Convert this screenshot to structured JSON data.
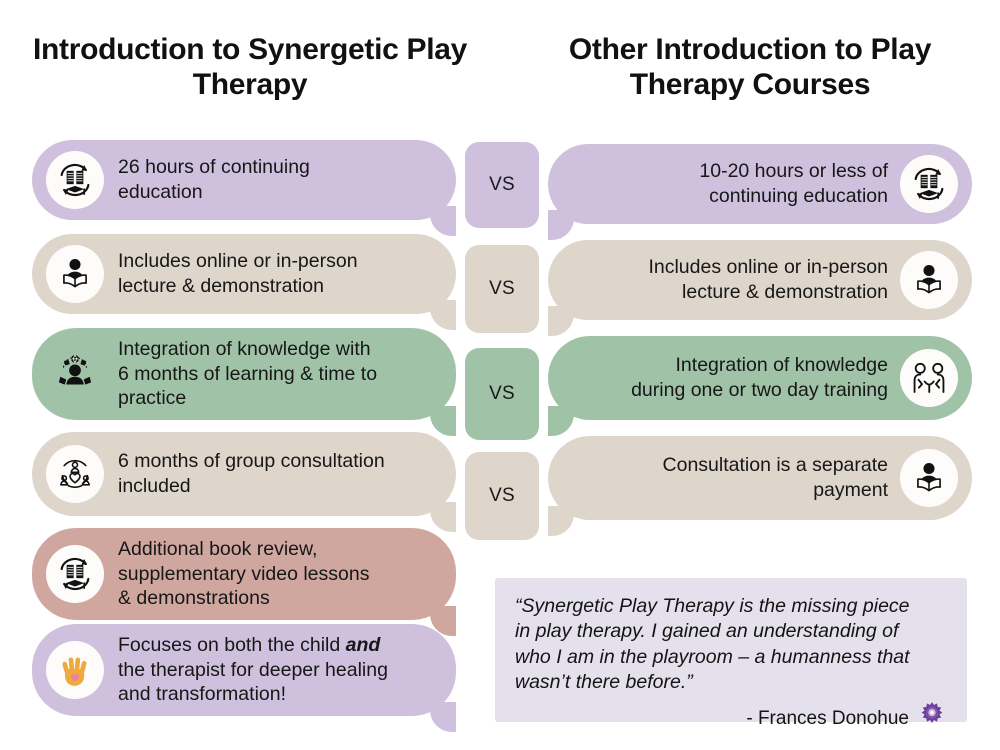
{
  "columns": {
    "left_title": "Introduction to\nSynergetic Play Therapy",
    "right_title": "Other Introduction to\nPlay Therapy Courses"
  },
  "colors": {
    "purple": "#cfc0dd",
    "beige": "#ded5cb",
    "green": "#a0c3a8",
    "rose": "#cfa79f",
    "quote_bg": "#e4e0ec",
    "logo_purple": "#6b3f9e",
    "hand_orange": "#f0a93c",
    "heart_pink": "#e8859a"
  },
  "vs_label": "VS",
  "vs_boxes": [
    {
      "label": "VS",
      "color": "#cfc0dd"
    },
    {
      "label": "VS",
      "color": "#ded5cb"
    },
    {
      "label": "VS",
      "color": "#a0c3a8"
    },
    {
      "label": "VS",
      "color": "#ded5cb"
    }
  ],
  "left_rows": [
    {
      "text": "26 hours of continuing\neducation",
      "color": "#cfc0dd",
      "icon": "book-refresh-graduation-icon",
      "badge": true
    },
    {
      "text": "Includes online or in-person\nlecture & demonstration",
      "color": "#ded5cb",
      "icon": "person-reading-book-icon",
      "badge": true
    },
    {
      "text": "Integration of knowledge with\n6 months of learning & time to\npractice",
      "color": "#a0c3a8",
      "icon": "person-knowledge-integration-icon",
      "badge": false
    },
    {
      "text": "6 months of group consultation\nincluded",
      "color": "#ded5cb",
      "icon": "group-heart-consultation-icon",
      "badge": true
    },
    {
      "text": "Additional book review,\nsupplementary video lessons\n& demonstrations",
      "color": "#cfa79f",
      "icon": "book-refresh-graduation-icon",
      "badge": true
    },
    {
      "text_html": "Focuses on both the child <b>and</b>\nthe therapist for deeper healing\nand transformation!",
      "text": "Focuses on both the child and\nthe therapist for deeper healing\nand transformation!",
      "color": "#cfc0dd",
      "icon": "hand-heart-icon",
      "badge": true
    }
  ],
  "right_rows": [
    {
      "text": "10-20 hours or less of\ncontinuing education",
      "color": "#cfc0dd",
      "icon": "book-refresh-graduation-icon",
      "badge": true
    },
    {
      "text": "Includes online or in-person\nlecture & demonstration",
      "color": "#ded5cb",
      "icon": "person-reading-book-icon",
      "badge": true
    },
    {
      "text": "Integration of knowledge\nduring one or two day training",
      "color": "#a0c3a8",
      "icon": "two-people-handshake-icon",
      "badge": true
    },
    {
      "text": "Consultation is a separate\npayment",
      "color": "#ded5cb",
      "icon": "person-reading-book-icon",
      "badge": true
    }
  ],
  "quote": {
    "text": "“Synergetic Play Therapy is the missing piece\nin play therapy. I gained an understanding of\nwho I am in the playroom – a humanness that\nwasn’t there before.”",
    "attribution": "- Frances Donohue",
    "logo": "flower-logo-icon"
  }
}
